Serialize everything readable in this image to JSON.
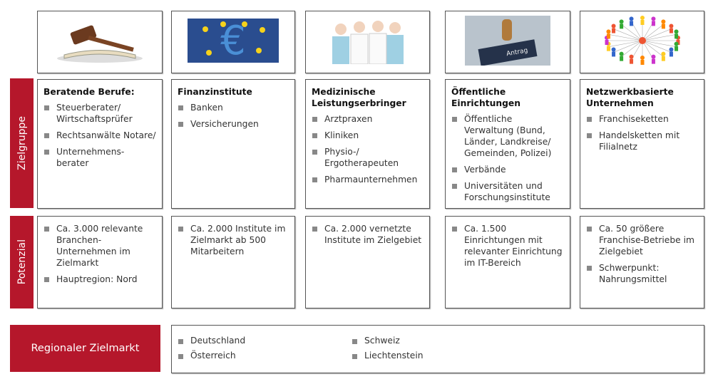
{
  "row_labels": {
    "zielgruppe": "Zielgruppe",
    "potenzial": "Potenzial",
    "regional": "Regionaler Zielmarkt"
  },
  "columns": [
    {
      "image": "gavel-book-image",
      "title": "Beratende Berufe:",
      "items": [
        "Steuerberater/ Wirtschaftsprüfer",
        "Rechtsanwälte Notare/",
        "Unternehmens-berater"
      ],
      "potenzial": [
        "Ca. 3.000 relevante Branchen-Unternehmen im Zielmarkt",
        "Hauptregion: Nord"
      ]
    },
    {
      "image": "euro-sign-image",
      "title": "Finanzinstitute",
      "items": [
        "Banken",
        "Versicherungen"
      ],
      "potenzial": [
        "Ca. 2.000 Institute im Zielmarkt ab 500 Mitarbeitern"
      ]
    },
    {
      "image": "medical-staff-image",
      "title": "Medizinische Leistungserbringer",
      "items": [
        "Arztpraxen",
        "Kliniken",
        "Physio-/ Ergotherapeuten",
        "Pharmaunternehmen"
      ],
      "potenzial": [
        "Ca. 2.000 vernetzte Institute im Zielgebiet"
      ]
    },
    {
      "image": "stamp-image",
      "title": "Öffentliche Einrichtungen",
      "items": [
        "Öffentliche Verwaltung (Bund, Länder, Landkreise/ Gemeinden, Polizei)",
        "Verbände",
        "Universitäten und Forschungsinstitute"
      ],
      "potenzial": [
        "Ca. 1.500 Einrichtungen mit relevanter Einrichtung im IT-Bereich"
      ]
    },
    {
      "image": "network-people-image",
      "title": "Netzwerkbasierte Unternehmen",
      "items": [
        "Franchiseketten",
        "Handelsketten mit Filialnetz"
      ],
      "potenzial": [
        "Ca. 50 größere Franchise-Betriebe im Zielgebiet",
        "Schwerpunkt: Nahrungsmittel"
      ]
    }
  ],
  "regions": [
    "Deutschland",
    "Österreich",
    "Schweiz",
    "Liechtenstein"
  ],
  "colors": {
    "accent": "#b5172b"
  }
}
